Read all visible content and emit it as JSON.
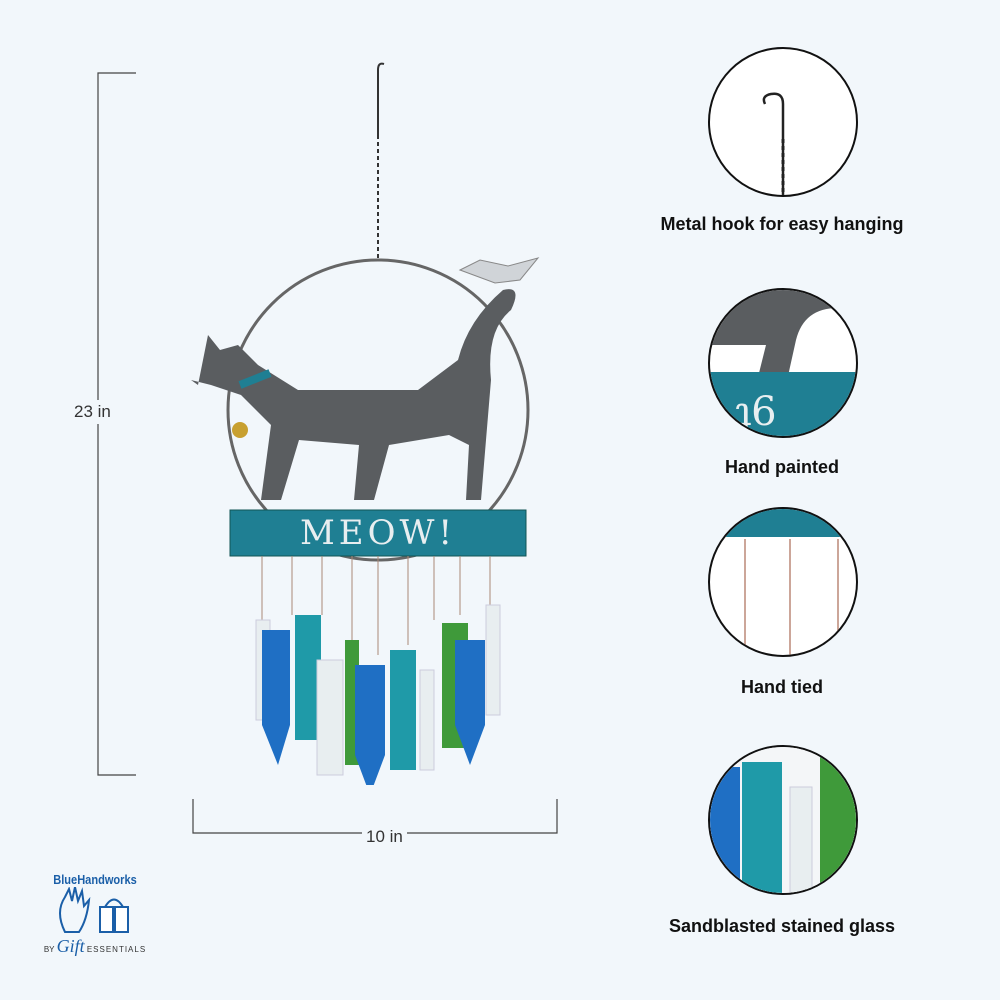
{
  "dimensions": {
    "height": "23 in",
    "width": "10 in"
  },
  "product": {
    "sign_text": "MEOW!"
  },
  "features": [
    {
      "label": "Metal hook for easy hanging",
      "icon": "hook-icon"
    },
    {
      "label": "Hand painted",
      "icon": "paint-detail-icon"
    },
    {
      "label": "Hand tied",
      "icon": "string-detail-icon"
    },
    {
      "label": "Sandblasted stained glass",
      "icon": "glass-detail-icon"
    }
  ],
  "logo": {
    "brand": "BlueHandworks",
    "by": "BY",
    "maker": "Gift",
    "maker_suffix": "ESSENTIALS"
  },
  "colors": {
    "teal": "#1f7f93",
    "blue": "#1f6fc4",
    "green": "#3f9a3a",
    "frost": "#e8eef0",
    "cat": "#5a5d60",
    "background": "#f2f7fb"
  }
}
